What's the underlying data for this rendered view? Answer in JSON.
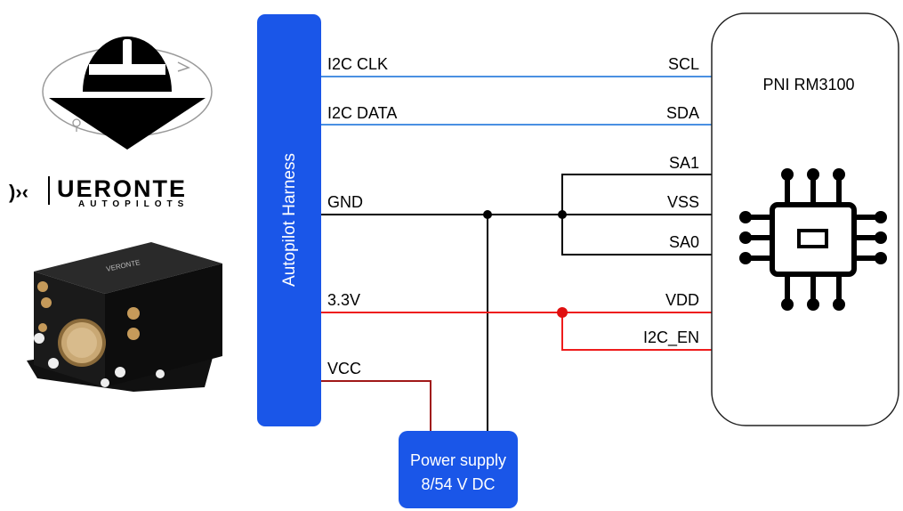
{
  "harness": {
    "label": "Autopilot Harness"
  },
  "brand": {
    "name": "UERONTE",
    "tagline": "AUTOPILOTS"
  },
  "harness_signals": {
    "i2c_clk": "I2C CLK",
    "i2c_data": "I2C DATA",
    "gnd": "GND",
    "v33": "3.3V",
    "vcc": "VCC"
  },
  "sensor": {
    "name": "PNI RM3100",
    "pins": {
      "scl": "SCL",
      "sda": "SDA",
      "sa1": "SA1",
      "vss": "VSS",
      "sa0": "SA0",
      "vdd": "VDD",
      "i2c_en": "I2C_EN"
    }
  },
  "power_supply": {
    "line1": "Power supply",
    "line2": "8/54 V DC"
  },
  "colors": {
    "harness_fill": "#1a56e8",
    "i2c_wire": "#4a90e2",
    "gnd_wire": "#000000",
    "power_wire": "#ee1c1c",
    "vcc_wire": "#a01818",
    "junction_red": "#e01010"
  },
  "icons": {
    "logo": "veronte-logo-icon",
    "device": "autopilot-device-icon",
    "chip": "chip-icon"
  }
}
